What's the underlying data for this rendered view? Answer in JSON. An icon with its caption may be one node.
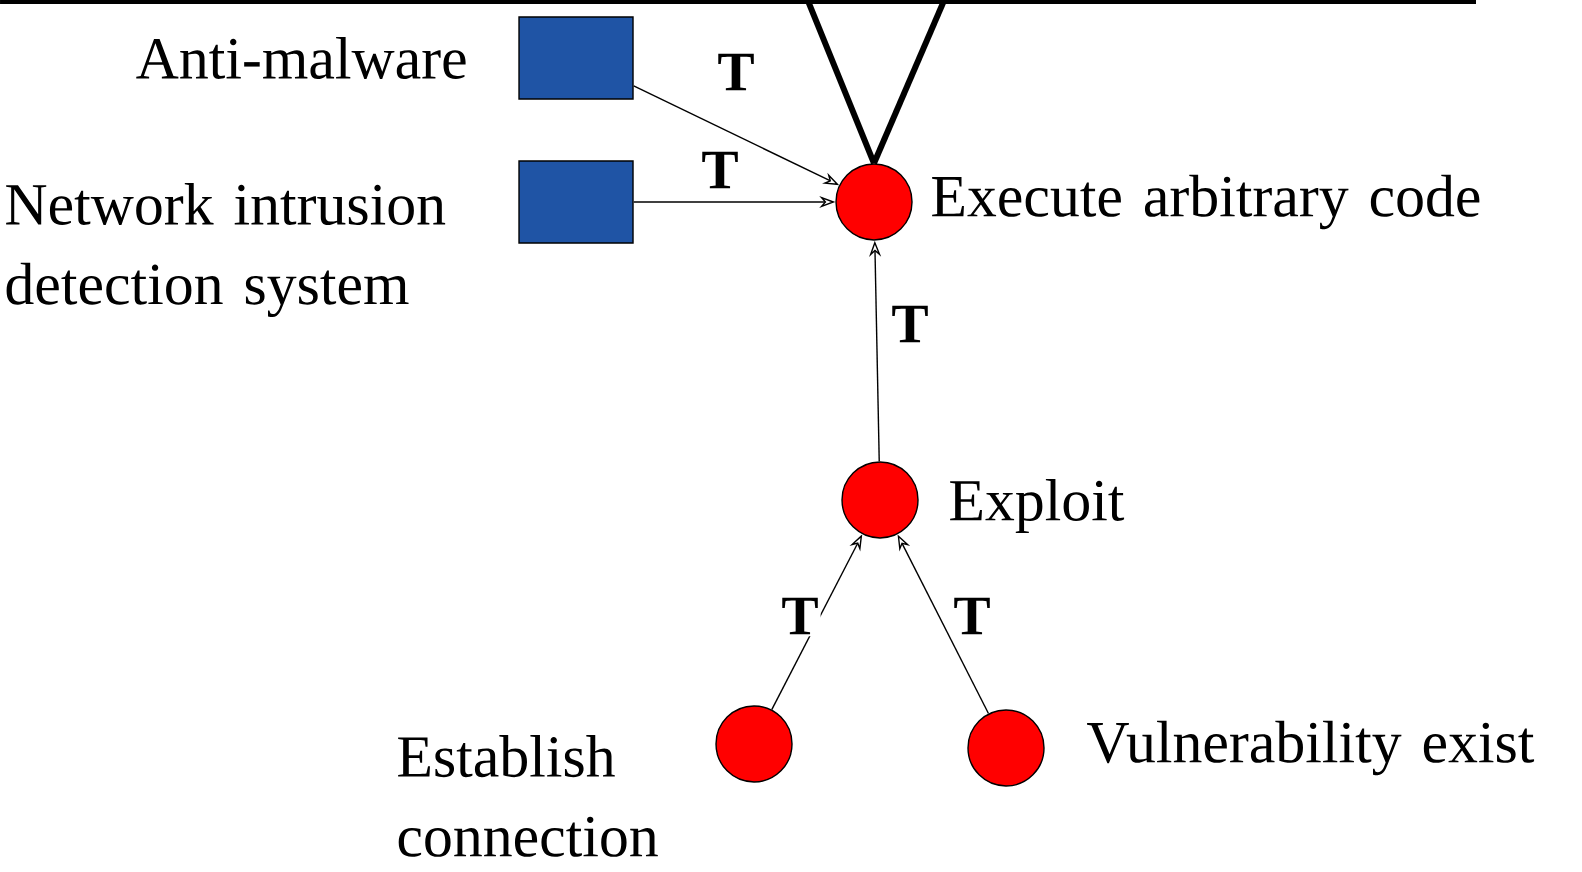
{
  "diagram": {
    "nodes": [
      {
        "text": [],
        "shape": "box",
        "beside": [
          "Anti-malware"
        ]
      },
      {
        "text": [],
        "shape": "box",
        "beside": [
          "Network intrusion detection system"
        ]
      },
      {
        "text": [],
        "shape": "circle",
        "beside": [
          "Execute arbitrary code"
        ]
      },
      {
        "text": [],
        "shape": "circle",
        "beside": [
          "Exploit"
        ]
      },
      {
        "text": [],
        "shape": "circle",
        "beside": [
          "Establish connection"
        ]
      },
      {
        "text": [],
        "shape": "circle",
        "beside": [
          "Vulnerability exist"
        ]
      }
    ],
    "edges": [
      {
        "from": null,
        "to": 2,
        "arrow": "none",
        "style": "thick"
      },
      {
        "from": null,
        "to": 2,
        "arrow": "none",
        "style": "thick"
      },
      {
        "from": 0,
        "to": 2,
        "arrow": "to",
        "label": "T"
      },
      {
        "from": 1,
        "to": 2,
        "arrow": "to",
        "label": "T"
      },
      {
        "from": 3,
        "to": 2,
        "arrow": "to",
        "label": "T"
      },
      {
        "from": 4,
        "to": 3,
        "arrow": "to",
        "label": "T"
      },
      {
        "from": 5,
        "to": 3,
        "arrow": "to",
        "label": "T"
      }
    ]
  }
}
